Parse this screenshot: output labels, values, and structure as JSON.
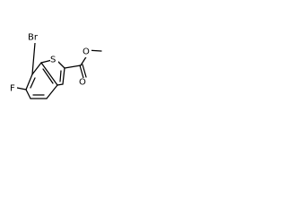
{
  "molecule": {
    "atoms": {
      "bromine": "Br",
      "fluorine": "F",
      "sulfur": "S",
      "carbonyl_oxygen": "O",
      "ester_oxygen": "O"
    },
    "colors": {
      "bonds": "#000000",
      "labels": "#000000",
      "background": "#ffffff"
    }
  }
}
